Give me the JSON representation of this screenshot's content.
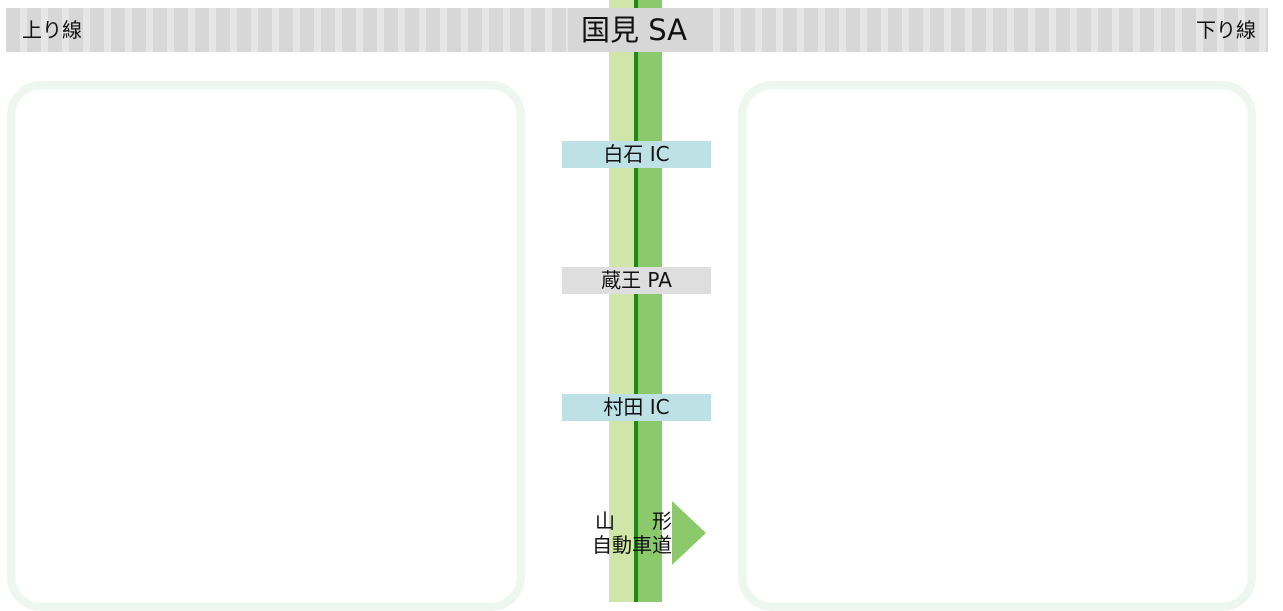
{
  "header": {
    "up_line_label": "上り線",
    "down_line_label": "下り線",
    "title": "国見 SA"
  },
  "stations": [
    {
      "label": "白石 IC",
      "type": "interchange"
    },
    {
      "label": "蔵王 PA",
      "type": "parking-area"
    },
    {
      "label": "村田 IC",
      "type": "interchange"
    }
  ],
  "junction": {
    "line1_left": "山",
    "line1_right": "形",
    "line2": "自動車道"
  },
  "colors": {
    "header_stripe": "#d7d7d7",
    "header_stripe_light": "#e6e6e6",
    "road_light": "#cfe6a8",
    "road_medium": "#8cc86c",
    "road_center": "#1f8a12",
    "interchange_label_bg": "#bde1e5",
    "parking_label_bg": "#dedede",
    "panel_border": "#eef6f0"
  }
}
